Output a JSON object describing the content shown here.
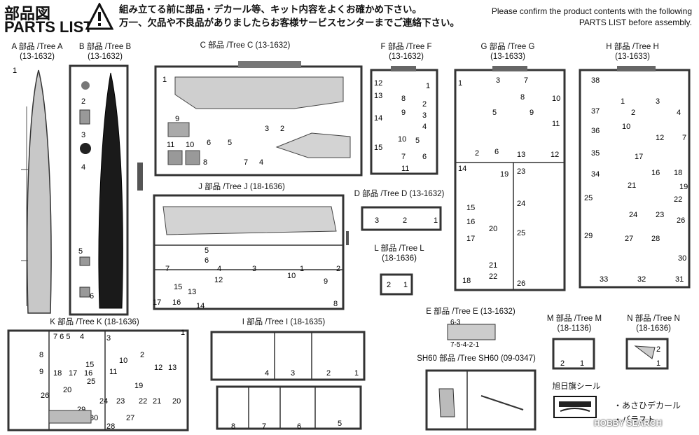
{
  "header": {
    "title_jp": "部品図",
    "title_en": "PARTS LIST",
    "notice_jp_1": "組み立てる前に部品・デカール等、キット内容をよくお確かめ下さい。",
    "notice_jp_2": "万一、欠品や不良品がありましたらお客様サービスセンターまでご連絡下さい。",
    "notice_en_1": "Please confirm the product contents with the following",
    "notice_en_2": "PARTS LIST before assembly."
  },
  "trees": {
    "A": {
      "label": "A 部品 /Tree A",
      "code": "(13-1632)"
    },
    "B": {
      "label": "B 部品 /Tree B",
      "code": "(13-1632)"
    },
    "C": {
      "label": "C 部品 /Tree C",
      "code": "(13-1632)"
    },
    "F": {
      "label": "F 部品 /Tree F",
      "code": "(13-1632)"
    },
    "G": {
      "label": "G 部品 /Tree G",
      "code": "(13-1633)"
    },
    "H": {
      "label": "H 部品 /Tree H",
      "code": "(13-1633)"
    },
    "J": {
      "label": "J 部品 /Tree J",
      "code": "(18-1636)"
    },
    "D": {
      "label": "D 部品 /Tree D",
      "code": "(13-1632)"
    },
    "L": {
      "label": "L 部品 /Tree L",
      "code": "(18-1636)"
    },
    "E": {
      "label": "E 部品 /Tree E",
      "code": "(13-1632)"
    },
    "M": {
      "label": "M 部品 /Tree M",
      "code": "(18-1136)"
    },
    "N": {
      "label": "N 部品 /Tree N",
      "code": "(18-1636)"
    },
    "K": {
      "label": "K 部品 /Tree K",
      "code": "(18-1636)"
    },
    "I": {
      "label": "I 部品 /Tree I",
      "code": "(18-1635)"
    },
    "SH60": {
      "label": "SH60 部品 /Tree SH60",
      "code": "(09-0347)"
    }
  },
  "decal": {
    "label": "旭日旗シール"
  },
  "bullets": [
    "・あさひデカール",
    "・バラスト"
  ],
  "watermark": "HOBBY SEARCH"
}
